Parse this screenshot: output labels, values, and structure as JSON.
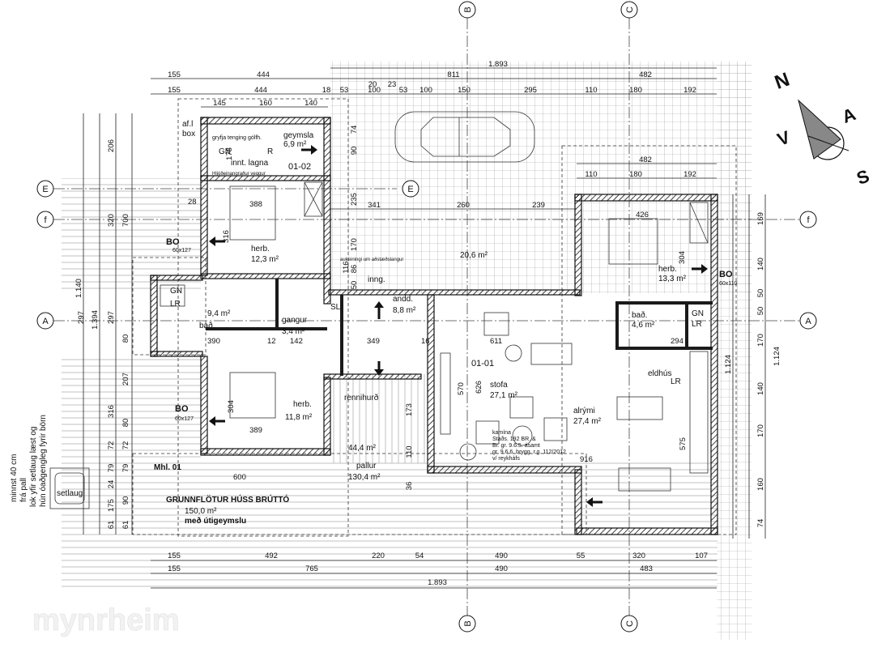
{
  "compass": {
    "n": "N",
    "v": "V",
    "a": "A",
    "s": "S"
  },
  "axes": {
    "b_top": "B",
    "c_top": "C",
    "b_bottom": "B",
    "c_bottom": "C",
    "e_left": "E",
    "e_mid": "E",
    "f_left": "f",
    "f_right": "f",
    "a_left": "A",
    "a_right": "A"
  },
  "dims_top": {
    "total": "1.893",
    "r1": [
      "155",
      "444",
      "811",
      "482"
    ],
    "r2": [
      "155",
      "444",
      "18",
      "53",
      "100",
      "53",
      "100",
      "150",
      "295",
      "110",
      "180",
      "192"
    ],
    "r3_20": "20",
    "r3_23": "23",
    "r4": [
      "145",
      "160",
      "140"
    ],
    "right_block": [
      "482",
      "110",
      "180",
      "192"
    ],
    "under_e": [
      "341",
      "260",
      "239"
    ]
  },
  "dims_bottom": {
    "r1": [
      "155",
      "492",
      "220",
      "54",
      "490",
      "55",
      "320",
      "107"
    ],
    "r2": [
      "155",
      "765",
      "490",
      "483"
    ],
    "total": "1.893"
  },
  "dims_left": {
    "outer": [
      "1.140",
      "1.394"
    ],
    "c1": [
      "206",
      "700",
      "297",
      "207",
      "316",
      "72",
      "79",
      "175",
      "61"
    ],
    "c2": [
      "320",
      "297",
      "80",
      "24",
      "90",
      "61"
    ],
    "c3": [
      "80",
      "72",
      "79"
    ]
  },
  "dims_right": {
    "c1": [
      "169",
      "140",
      "50",
      "50",
      "170",
      "140",
      "170",
      "160",
      "74"
    ],
    "c2": [
      "1.124"
    ],
    "c3": [
      "1.124"
    ]
  },
  "rooms": {
    "geymsla": {
      "name": "geymsla",
      "area": "6,9 m²",
      "r": "R"
    },
    "gn_top": "GN",
    "innt": "innt. lagna",
    "gryfja": "gryfja tenging gólfh.",
    "afl": "af.l",
    "box": "box",
    "code_0102": "01-02",
    "hljod": "Hljóðeinangraður veggur",
    "herb1": {
      "name": "herb.",
      "area": "12,3 m²",
      "w": "388",
      "d": "316"
    },
    "herb2": {
      "name": "herb.",
      "area": "13,3 m²",
      "w": "426",
      "d": "304"
    },
    "herb3": {
      "name": "herb.",
      "area": "11,8 m²",
      "w": "389",
      "d": "304"
    },
    "bad1": {
      "name": "bað.",
      "area": "9,4 m²",
      "w": "390"
    },
    "gn_lr": [
      "GN",
      "LR"
    ],
    "gangur": {
      "name": "gangur",
      "area": "3,4 m²",
      "w": "142"
    },
    "inng": "inng.",
    "andd": {
      "name": "andd.",
      "area": "8,8 m²",
      "w": "349"
    },
    "sl": "SL",
    "stofa": {
      "name": "stofa",
      "area": "27,1 m²"
    },
    "code_0101": "01-01",
    "alrymi": {
      "name": "alrými",
      "area": "27,4 m²"
    },
    "bad2": {
      "name": "bað.",
      "area": "4,6 m²"
    },
    "gn_lr2": [
      "GN",
      "LR"
    ],
    "eldhus": {
      "name": "eldhús",
      "lr": "LR"
    },
    "carport": {
      "area": "20,6 m²"
    },
    "auk": "aukeiningi um aðstæðslangur",
    "pallur": {
      "name": "pallur",
      "area1": "44,4 m²",
      "area2": "130,4 m²"
    },
    "rennihurd": "rennihurð",
    "setlaug": "setlaug",
    "setlaug_note": [
      "minnst 40 cm",
      "frá pall",
      "lok yfir setlaug læst og",
      "hún óaðgengleg fyrir börn"
    ],
    "kamina": [
      "kamína",
      "Staðs. 192 BR. &",
      "Br. gr. 9.6.5. ásamt",
      "gr. 9.6.6. brygg. r.g. 112/2012",
      "v/ reykháfs"
    ],
    "bo_left1": {
      "label": "BO",
      "size": "60x127"
    },
    "bo_left2": {
      "label": "BO",
      "size": "60x127"
    },
    "bo_right": {
      "label": "BO",
      "size": "60x110"
    },
    "misc_dims": [
      "611",
      "570",
      "626",
      "173",
      "110",
      "36",
      "916",
      "575",
      "600",
      "294",
      "28",
      "12",
      "16",
      "74",
      "90",
      "178",
      "235",
      "170",
      "116",
      "86",
      "50"
    ]
  },
  "summary": {
    "mhl": "Mhl. 01",
    "title": "GRUNNFLÖTUR HÚSS BRÚTTÓ",
    "area": "150,0 m²",
    "sub": "með útigeymslu"
  },
  "watermark": "mynrheim"
}
